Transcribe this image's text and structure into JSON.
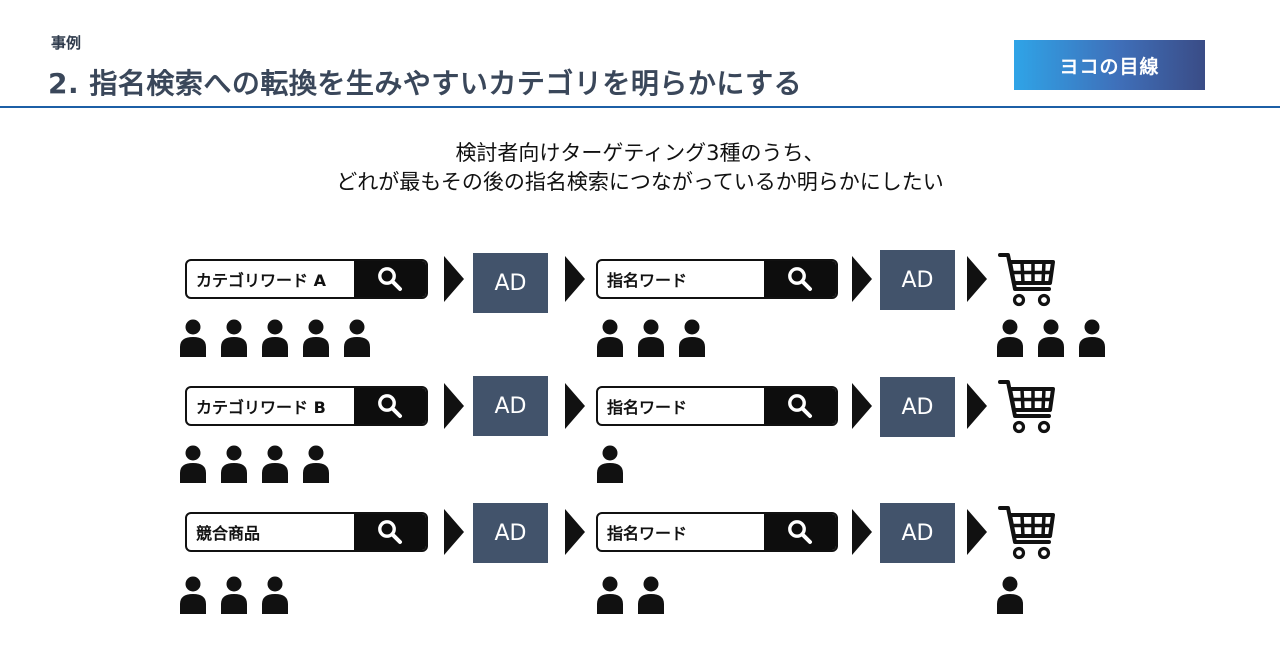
{
  "header": {
    "eyebrow": "事例",
    "title": "2. 指名検索への転換を生みやすいカテゴリを明らかにする",
    "badge": "ヨコの目線"
  },
  "intro": {
    "line1": "検討者向けターゲティング3種のうち、",
    "line2": "どれが最もその後の指名検索につながっているか明らかにしたい"
  },
  "rows": [
    {
      "query": "カテゴリワード A",
      "ad_label": "AD",
      "branded_query": "指名ワード",
      "ad2_label": "AD",
      "searchers": 5,
      "branded_searchers": 3,
      "purchasers": 3
    },
    {
      "query": "カテゴリワード B",
      "ad_label": "AD",
      "branded_query": "指名ワード",
      "ad2_label": "AD",
      "searchers": 4,
      "branded_searchers": 1,
      "purchasers": 0
    },
    {
      "query": "競合商品",
      "ad_label": "AD",
      "branded_query": "指名ワード",
      "ad2_label": "AD",
      "searchers": 3,
      "branded_searchers": 2,
      "purchasers": 1
    }
  ],
  "icons": {
    "search": "magnifier-icon",
    "arrow": "chevron-right-icon",
    "cart": "shopping-cart-icon",
    "person": "person-icon"
  },
  "colors": {
    "ad_box": "#42536b",
    "title": "#3a475a",
    "rule": "#1c5fa6",
    "badge_start": "#2fa4e7",
    "badge_end": "#3a4c86"
  }
}
